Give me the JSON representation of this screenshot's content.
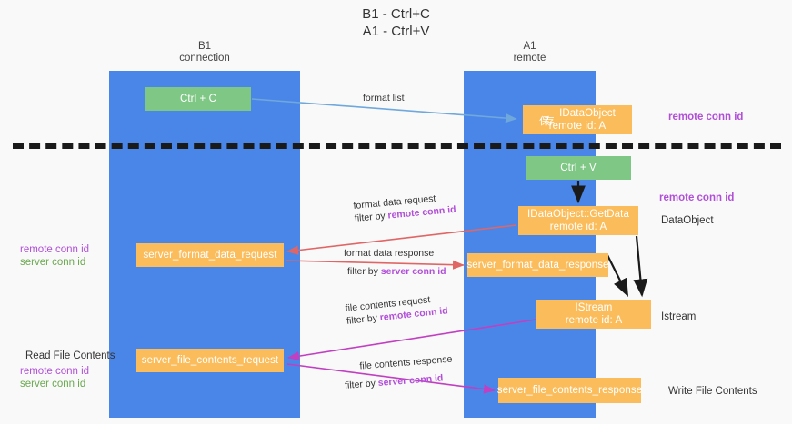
{
  "title": {
    "line1": "B1 - Ctrl+C",
    "line2": "A1 - Ctrl+V"
  },
  "columns": [
    {
      "id": "b1",
      "name": "B1",
      "role": "connection"
    },
    {
      "id": "a1",
      "name": "A1",
      "role": "remote"
    }
  ],
  "colors": {
    "lane": "#4a86e8",
    "node_green": "#7fc785",
    "node_orange": "#fbbd5c",
    "remote_conn_id": "#b14fd8",
    "server_conn_id": "#6aa84f",
    "arrow_format_list": "#6fa8dc",
    "arrow_format_data": "#e06666",
    "arrow_file_contents": "#c13fc1",
    "arrow_internal": "#1a1a1a",
    "divider": "#1a1a1a",
    "background": "#f9f9f9"
  },
  "nodes": {
    "ctrl_c": {
      "label": "Ctrl + C",
      "kind": "green"
    },
    "idataobject": {
      "label_prefix": "保存",
      "label": "IDataObject",
      "sub": "remote id: A",
      "kind": "orange"
    },
    "ctrl_v": {
      "label": "Ctrl + V",
      "kind": "green"
    },
    "getdata": {
      "label": "IDataObject::GetData",
      "sub": "remote id: A",
      "kind": "orange"
    },
    "server_format_data_request": {
      "label": "server_format_data_request",
      "kind": "orange"
    },
    "server_format_data_response": {
      "label": "server_format_data_response",
      "kind": "orange"
    },
    "istream": {
      "label": "IStream",
      "sub": "remote id: A",
      "kind": "orange"
    },
    "server_file_contents_request": {
      "label": "server_file_contents_request",
      "kind": "orange"
    },
    "server_file_contents_response": {
      "label": "server_file_contents_response",
      "kind": "orange"
    }
  },
  "edge_labels": {
    "format_list": "format list",
    "format_data_request": "format data request",
    "format_data_request_filter_prefix": "filter by ",
    "format_data_request_filter_key": "remote conn id",
    "format_data_response": "format data response",
    "format_data_response_filter_prefix": "filter by ",
    "format_data_response_filter_key": "server conn id",
    "file_contents_request": "file contents request",
    "file_contents_request_filter_prefix": "filter by ",
    "file_contents_request_filter_key": "remote conn id",
    "file_contents_response": "file contents response",
    "file_contents_response_filter_prefix": "filter by ",
    "file_contents_response_filter_key": "server conn id"
  },
  "annotations": {
    "right": {
      "remote_conn_id_top": "remote conn id",
      "remote_conn_id_mid": "remote conn id",
      "dataobject": "DataObject",
      "istream": "Istream",
      "write_file_contents": "Write File Contents"
    },
    "left": {
      "remote_conn_id": "remote conn id",
      "server_conn_id": "server conn id",
      "read_file_contents": "Read File Contents",
      "remote_conn_id_2": "remote conn id",
      "server_conn_id_2": "server conn id"
    }
  }
}
